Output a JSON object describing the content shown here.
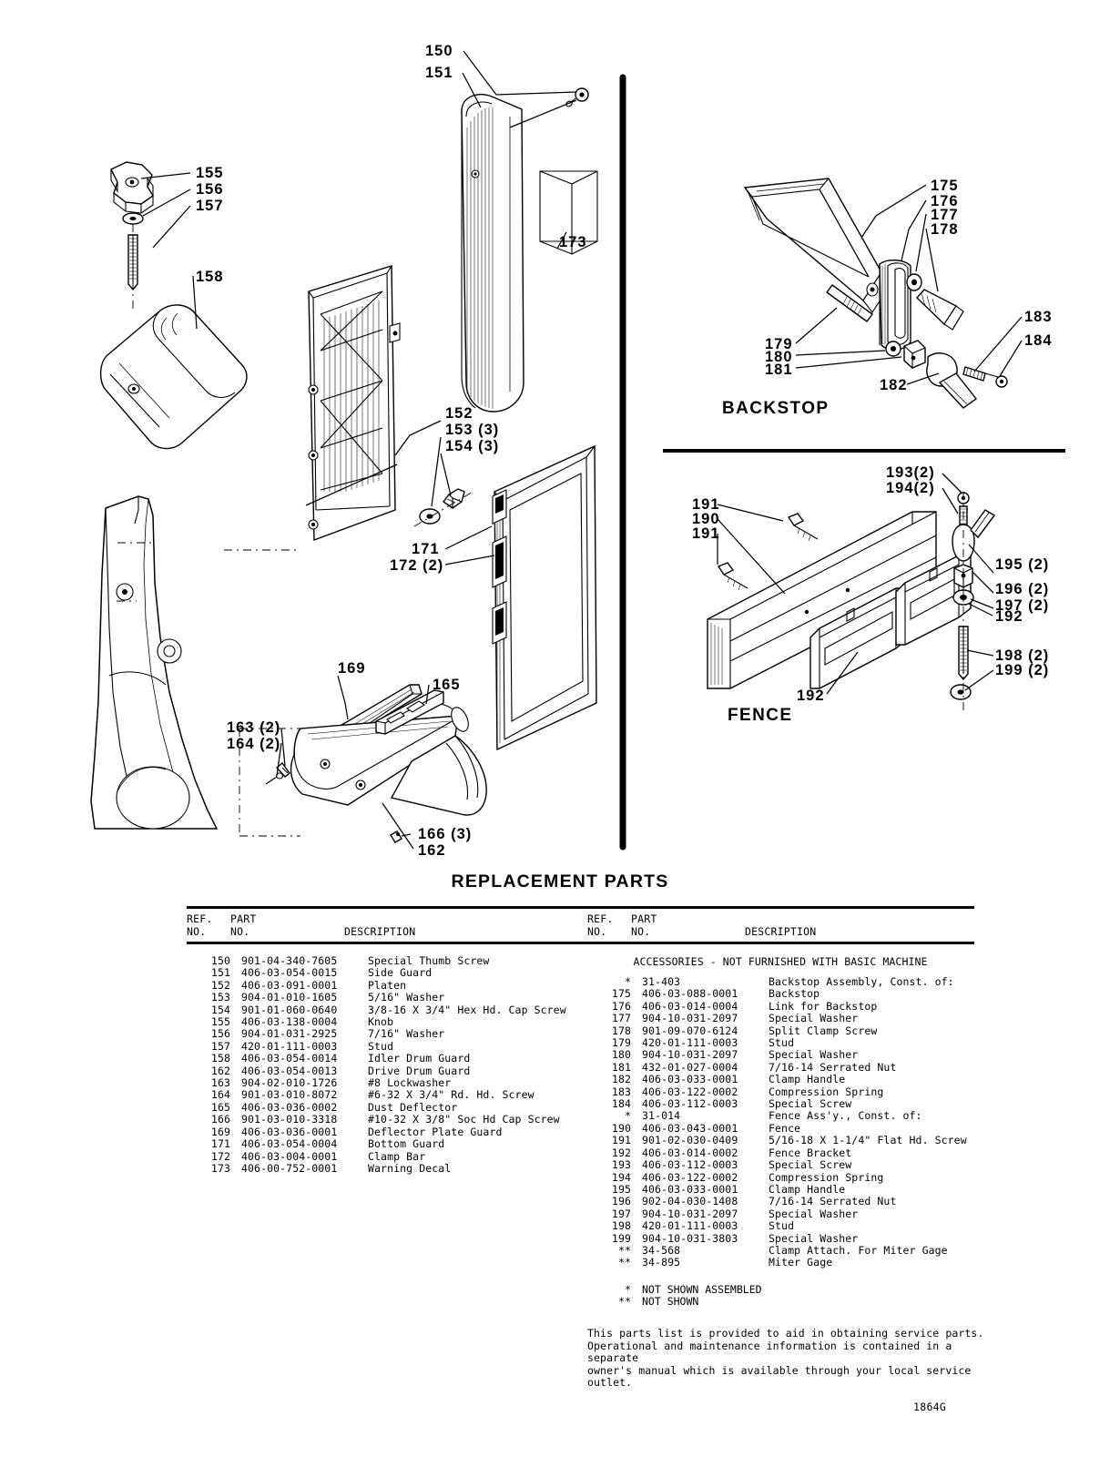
{
  "document": {
    "title": "REPLACEMENT PARTS",
    "page_code": "1864G"
  },
  "diagram": {
    "sections": [
      {
        "caption": "BACKSTOP"
      },
      {
        "caption": "FENCE"
      }
    ],
    "callouts": [
      {
        "id": "c150",
        "label": "150"
      },
      {
        "id": "c151",
        "label": "151"
      },
      {
        "id": "c173",
        "label": "173"
      },
      {
        "id": "c155",
        "label": "155"
      },
      {
        "id": "c156",
        "label": "156"
      },
      {
        "id": "c157",
        "label": "157"
      },
      {
        "id": "c158",
        "label": "158"
      },
      {
        "id": "c152",
        "label": "152"
      },
      {
        "id": "c153",
        "label": "153 (3)"
      },
      {
        "id": "c154",
        "label": "154 (3)"
      },
      {
        "id": "c171",
        "label": "171"
      },
      {
        "id": "c172",
        "label": "172 (2)"
      },
      {
        "id": "c169",
        "label": "169"
      },
      {
        "id": "c165",
        "label": "165"
      },
      {
        "id": "c163",
        "label": "163 (2)"
      },
      {
        "id": "c164",
        "label": "164 (2)"
      },
      {
        "id": "c166",
        "label": "166 (3)"
      },
      {
        "id": "c162",
        "label": "162"
      },
      {
        "id": "c175",
        "label": "175"
      },
      {
        "id": "c176",
        "label": "176"
      },
      {
        "id": "c177",
        "label": "177"
      },
      {
        "id": "c178",
        "label": "178"
      },
      {
        "id": "c179",
        "label": "179"
      },
      {
        "id": "c180",
        "label": "180"
      },
      {
        "id": "c181",
        "label": "181"
      },
      {
        "id": "c182",
        "label": "182"
      },
      {
        "id": "c183",
        "label": "183"
      },
      {
        "id": "c184",
        "label": "184"
      },
      {
        "id": "c193",
        "label": "193(2)"
      },
      {
        "id": "c194",
        "label": "194(2)"
      },
      {
        "id": "c191a",
        "label": "191"
      },
      {
        "id": "c190",
        "label": "190"
      },
      {
        "id": "c191b",
        "label": "191"
      },
      {
        "id": "c192a",
        "label": "192"
      },
      {
        "id": "c192b",
        "label": "192"
      },
      {
        "id": "c195",
        "label": "195 (2)"
      },
      {
        "id": "c196",
        "label": "196 (2)"
      },
      {
        "id": "c197",
        "label": "197 (2)"
      },
      {
        "id": "c198",
        "label": "198 (2)"
      },
      {
        "id": "c199",
        "label": "199 (2)"
      }
    ]
  },
  "table": {
    "headers": {
      "ref": "REF.\nNO.",
      "ref_l1": "REF.",
      "ref_l2": "NO.",
      "part_l1": "PART",
      "part_l2": "NO.",
      "desc": "DESCRIPTION"
    },
    "left_rows": [
      {
        "ref": "150",
        "part": "901-04-340-7605",
        "desc": "Special Thumb Screw"
      },
      {
        "ref": "151",
        "part": "406-03-054-0015",
        "desc": "Side Guard"
      },
      {
        "ref": "152",
        "part": "406-03-091-0001",
        "desc": "Platen"
      },
      {
        "ref": "153",
        "part": "904-01-010-1605",
        "desc": "5/16\" Washer"
      },
      {
        "ref": "154",
        "part": "901-01-060-0640",
        "desc": "3/8-16 X 3/4\" Hex Hd. Cap Screw"
      },
      {
        "ref": "155",
        "part": "406-03-138-0004",
        "desc": "Knob"
      },
      {
        "ref": "156",
        "part": "904-01-031-2925",
        "desc": "7/16\" Washer"
      },
      {
        "ref": "157",
        "part": "420-01-111-0003",
        "desc": "Stud"
      },
      {
        "ref": "158",
        "part": "406-03-054-0014",
        "desc": "Idler Drum Guard"
      },
      {
        "ref": "162",
        "part": "406-03-054-0013",
        "desc": "Drive Drum Guard"
      },
      {
        "ref": "163",
        "part": "904-02-010-1726",
        "desc": "#8 Lockwasher"
      },
      {
        "ref": "164",
        "part": "901-03-010-8072",
        "desc": "#6-32 X 3/4\" Rd. Hd. Screw"
      },
      {
        "ref": "165",
        "part": "406-03-036-0002",
        "desc": "Dust Deflector"
      },
      {
        "ref": "166",
        "part": "901-03-010-3318",
        "desc": "#10-32 X 3/8\" Soc Hd Cap Screw"
      },
      {
        "ref": "169",
        "part": "406-03-036-0001",
        "desc": "Deflector Plate Guard"
      },
      {
        "ref": "171",
        "part": "406-03-054-0004",
        "desc": "Bottom Guard"
      },
      {
        "ref": "172",
        "part": "406-03-004-0001",
        "desc": "Clamp Bar"
      },
      {
        "ref": "173",
        "part": "406-00-752-0001",
        "desc": "Warning Decal"
      }
    ],
    "accessories_heading": "ACCESSORIES - NOT FURNISHED WITH BASIC MACHINE",
    "right_rows": [
      {
        "ref": "*",
        "part": "31-403",
        "desc": "Backstop Assembly, Const. of:"
      },
      {
        "ref": "175",
        "part": "406-03-088-0001",
        "desc": "Backstop"
      },
      {
        "ref": "176",
        "part": "406-03-014-0004",
        "desc": "Link for Backstop"
      },
      {
        "ref": "177",
        "part": "904-10-031-2097",
        "desc": "Special Washer"
      },
      {
        "ref": "178",
        "part": "901-09-070-6124",
        "desc": "Split Clamp Screw"
      },
      {
        "ref": "179",
        "part": "420-01-111-0003",
        "desc": "Stud"
      },
      {
        "ref": "180",
        "part": "904-10-031-2097",
        "desc": "Special Washer"
      },
      {
        "ref": "181",
        "part": "432-01-027-0004",
        "desc": "7/16-14 Serrated Nut"
      },
      {
        "ref": "182",
        "part": "406-03-033-0001",
        "desc": "Clamp Handle"
      },
      {
        "ref": "183",
        "part": "406-03-122-0002",
        "desc": "Compression Spring"
      },
      {
        "ref": "184",
        "part": "406-03-112-0003",
        "desc": "Special Screw"
      },
      {
        "ref": "*",
        "part": "31-014",
        "desc": "Fence Ass'y., Const. of:"
      },
      {
        "ref": "190",
        "part": "406-03-043-0001",
        "desc": "Fence"
      },
      {
        "ref": "191",
        "part": "901-02-030-0409",
        "desc": "5/16-18 X 1-1/4\" Flat Hd. Screw"
      },
      {
        "ref": "192",
        "part": "406-03-014-0002",
        "desc": "Fence Bracket"
      },
      {
        "ref": "193",
        "part": "406-03-112-0003",
        "desc": "Special Screw"
      },
      {
        "ref": "194",
        "part": "406-03-122-0002",
        "desc": "Compression Spring"
      },
      {
        "ref": "195",
        "part": "406-03-033-0001",
        "desc": "Clamp Handle"
      },
      {
        "ref": "196",
        "part": "902-04-030-1408",
        "desc": "7/16-14 Serrated Nut"
      },
      {
        "ref": "197",
        "part": "904-10-031-2097",
        "desc": "Special Washer"
      },
      {
        "ref": "198",
        "part": "420-01-111-0003",
        "desc": "Stud"
      },
      {
        "ref": "199",
        "part": "904-10-031-3803",
        "desc": "Special Washer"
      },
      {
        "ref": "**",
        "part": "34-568",
        "desc": "Clamp Attach. For Miter Gage"
      },
      {
        "ref": "**",
        "part": "34-895",
        "desc": "Miter Gage"
      }
    ],
    "footnotes": [
      {
        "ref": "*",
        "text": "NOT SHOWN ASSEMBLED"
      },
      {
        "ref": "**",
        "text": "NOT SHOWN"
      }
    ],
    "blurb": "This parts list is provided to aid in obtaining service parts.\nOperational and maintenance information is contained in a separate\nowner's manual which is available through your local service outlet."
  }
}
